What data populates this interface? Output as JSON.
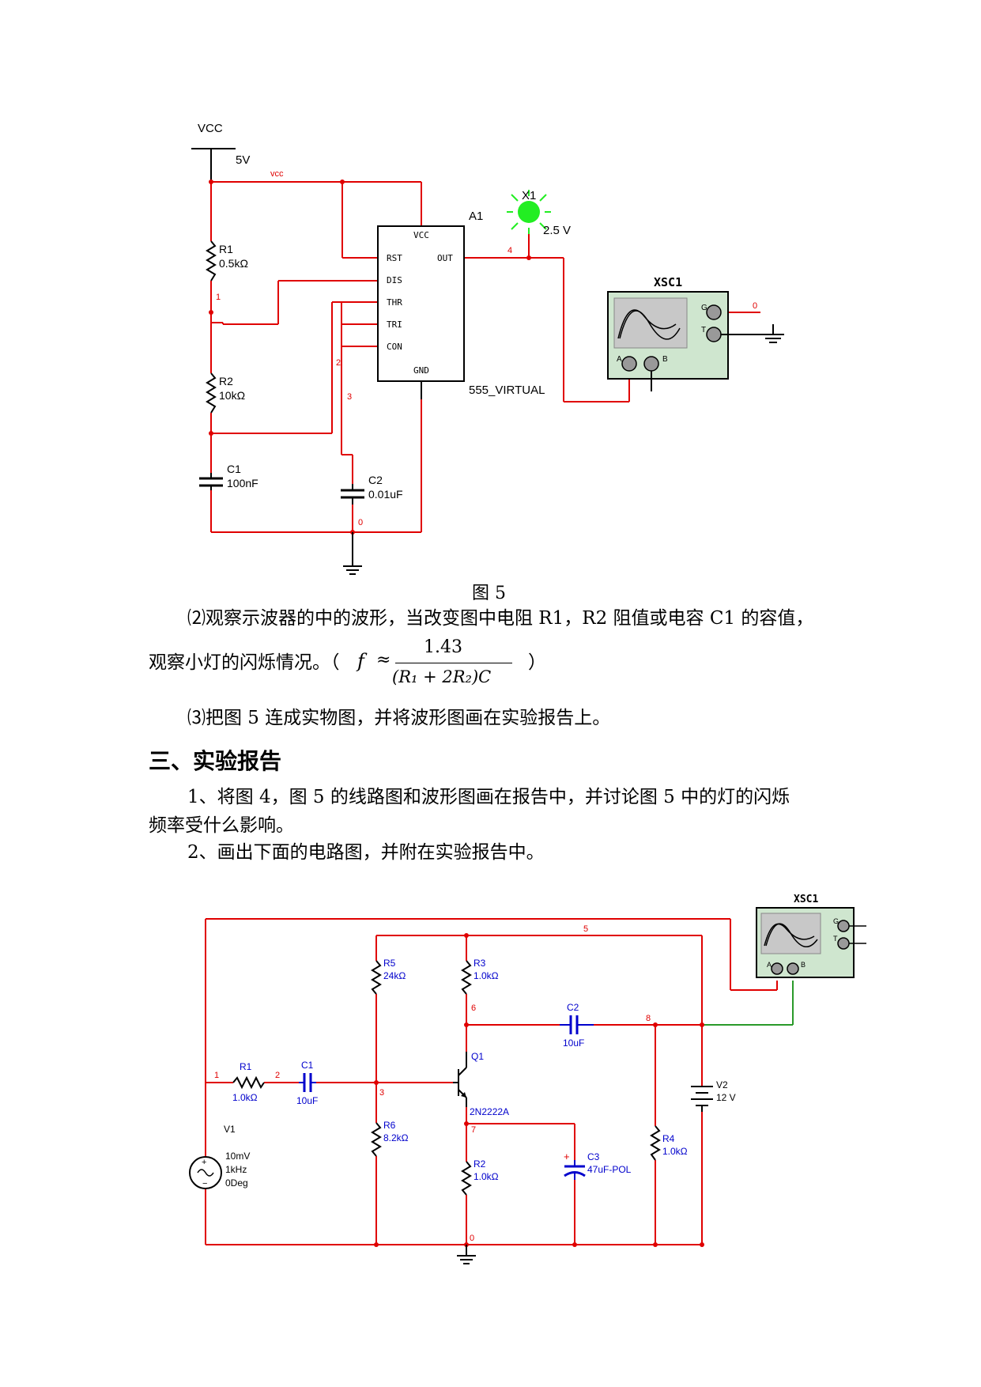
{
  "figure5": {
    "vcc_label": "VCC",
    "vcc_value": "5V",
    "net_vcc": "vcc",
    "r1_name": "R1",
    "r1_value": "0.5kΩ",
    "r2_name": "R2",
    "r2_value": "10kΩ",
    "c1_name": "C1",
    "c1_value": "100nF",
    "c2_name": "C2",
    "c2_value": "0.01uF",
    "chip_ref": "A1",
    "chip_model": "555_VIRTUAL",
    "pins": {
      "vcc": "VCC",
      "rst": "RST",
      "out": "OUT",
      "dis": "DIS",
      "thr": "THR",
      "tri": "TRI",
      "con": "CON",
      "gnd": "GND"
    },
    "lamp_ref": "X1",
    "lamp_value": "2.5 V",
    "scope_ref": "XSC1",
    "scope_g": "G",
    "scope_t": "T",
    "scope_a": "A",
    "scope_b": "B",
    "net_1": "1",
    "net_2": "2",
    "net_3": "3",
    "net_4": "4",
    "net_0": "0",
    "net_0b": "0"
  },
  "caption5": "图 5",
  "para2_line1": "⑵观察示波器的中的波形，当改变图中电阻 R1，R2 阻值或电容 C1 的容值，",
  "para2_line2_prefix": "观察小灯的闪烁情况。（",
  "formula": {
    "f": "f",
    "approx": "≈",
    "numerator": "1.43",
    "denominator": "(R₁ + 2R₂)C",
    "close": "）"
  },
  "para3": "⑶把图 5 连成实物图，并将波形图画在实验报告上。",
  "section_heading": "三、实验报告",
  "report_item1_line1": "1、将图 4，图 5 的线路图和波形图画在报告中，并讨论图 5 中的灯的闪烁",
  "report_item1_line2": "频率受什么影响。",
  "report_item2": "2、画出下面的电路图，并附在实验报告中。",
  "figure6": {
    "scope_ref": "XSC1",
    "scope_g": "G",
    "scope_t": "T",
    "scope_a": "A",
    "scope_b": "B",
    "r5_name": "R5",
    "r5_value": "24kΩ",
    "r3_name": "R3",
    "r3_value": "1.0kΩ",
    "r1_name": "R1",
    "r1_value": "1.0kΩ",
    "c1_name": "C1",
    "c1_value": "10uF",
    "c2_name": "C2",
    "c2_value": "10uF",
    "q1_name": "Q1",
    "q1_model": "2N2222A",
    "r6_name": "R6",
    "r6_value": "8.2kΩ",
    "r2_name": "R2",
    "r2_value": "1.0kΩ",
    "c3_name": "C3",
    "c3_value": "47uF-POL",
    "r4_name": "R4",
    "r4_value": "1.0kΩ",
    "v1_name": "V1",
    "v1_amp": "10mV",
    "v1_freq": "1kHz",
    "v1_phase": "0Deg",
    "v2_name": "V2",
    "v2_value": "12 V",
    "net_1": "1",
    "net_2": "2",
    "net_3": "3",
    "net_5": "5",
    "net_6": "6",
    "net_7": "7",
    "net_8": "8",
    "net_0": "0"
  },
  "colors": {
    "wire": "#e00000",
    "component": "#000000",
    "label_blue": "#0000cc",
    "lamp": "#22ee22",
    "scope_body": "#cfe6cf",
    "scope_screen": "#c8c8c8",
    "wire_green": "#2a9a2a"
  }
}
